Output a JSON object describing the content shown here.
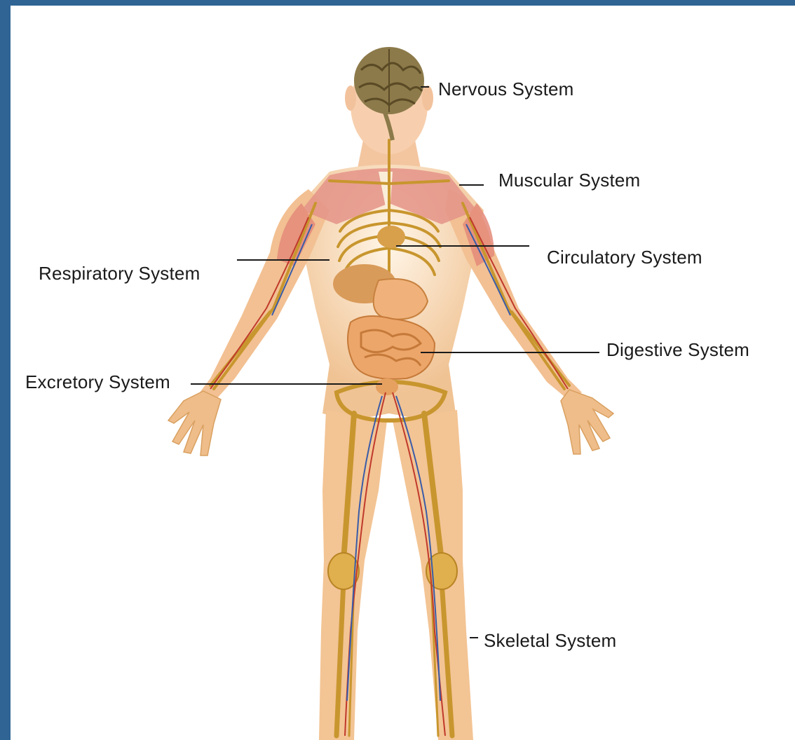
{
  "diagram": {
    "labels": {
      "nervous": "Nervous System",
      "muscular": "Muscular System",
      "circulatory": "Circulatory System",
      "respiratory": "Respiratory System",
      "digestive": "Digestive System",
      "excretory": "Excretory System",
      "skeletal": "Skeletal System"
    }
  },
  "colors": {
    "frame": "#2f6494",
    "background": "#ffffff",
    "skin": "#f6c99a",
    "bone": "#e3b24a",
    "muscle": "#e38c7f",
    "brain": "#8c7a4a",
    "artery": "#c0392b",
    "vein": "#3a5ca8",
    "leader_line": "#1a1a1a"
  }
}
